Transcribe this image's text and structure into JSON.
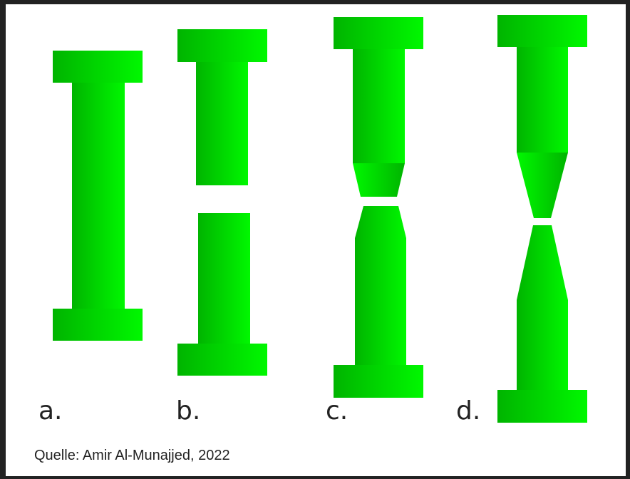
{
  "labels": {
    "a": "a.",
    "b": "b.",
    "c": "c.",
    "d": "d."
  },
  "source": "Quelle: Amir Al-Munajjed, 2022",
  "colors": {
    "green_dark": "#00b400",
    "green_light": "#00f800",
    "frame": "#222222"
  }
}
